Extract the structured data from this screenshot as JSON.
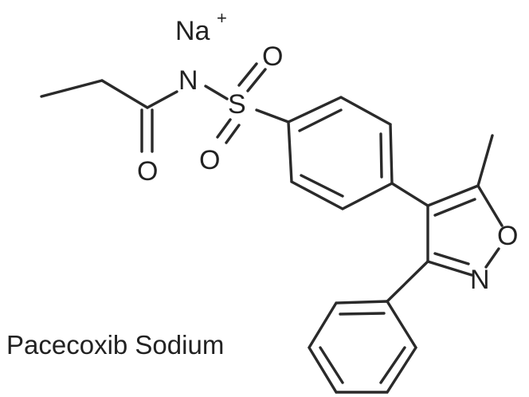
{
  "diagram": {
    "compound_name": "Pacecoxib Sodium",
    "counter_ion": {
      "symbol": "Na",
      "charge": "+"
    },
    "atom_labels": {
      "amide_nitrogen": "N",
      "sulfur": "S",
      "sulfonyl_oxygen_top": "O",
      "sulfonyl_oxygen_bottom": "O",
      "carbonyl_oxygen": "O",
      "ring_oxygen": "O",
      "ring_nitrogen": "N"
    }
  }
}
